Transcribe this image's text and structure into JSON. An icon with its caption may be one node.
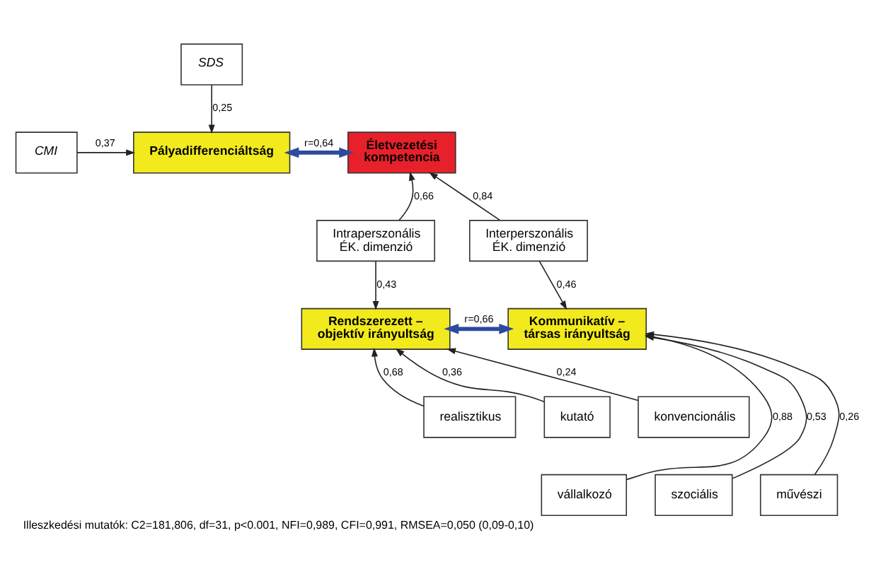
{
  "diagram": {
    "caption": "Illeszkedési mutatók: C2=181,806, df=31, p<0.001, NFI=0,989, CFI=0,991, RMSEA=0,050 (0,09-0,10)",
    "nodes": [
      {
        "text": [
          "SDS"
        ]
      },
      {
        "text": [
          "CMI"
        ]
      },
      {
        "text": [
          "Pályadifferenciáltság"
        ]
      },
      {
        "text": [
          "Életvezetési kompetencia"
        ]
      },
      {
        "text": [
          "Intraperszonális ÉK. dimenzió"
        ]
      },
      {
        "text": [
          "Interperszonális ÉK. dimenzió"
        ]
      },
      {
        "text": [
          "Rendszerezett – objektív irányultság"
        ]
      },
      {
        "text": [
          "Kommunikatív – társas irányultság"
        ]
      },
      {
        "text": [
          "realisztikus"
        ]
      },
      {
        "text": [
          "kutató"
        ]
      },
      {
        "text": [
          "konvencionális"
        ]
      },
      {
        "text": [
          "vállalkozó"
        ]
      },
      {
        "text": [
          "szociális"
        ]
      },
      {
        "text": [
          "művészi"
        ]
      }
    ],
    "edges": [
      {
        "from": 0,
        "to": 2,
        "arrow": "to",
        "label": "0,25"
      },
      {
        "from": 1,
        "to": 2,
        "arrow": "to",
        "label": "0,37"
      },
      {
        "from": 2,
        "to": 3,
        "arrow": "both",
        "label": "r=0,64",
        "color": "#2e4a9e",
        "style": "thick"
      },
      {
        "from": 4,
        "to": 3,
        "arrow": "to",
        "label": "0,66"
      },
      {
        "from": 5,
        "to": 3,
        "arrow": "to",
        "label": "0,84"
      },
      {
        "from": 4,
        "to": 6,
        "arrow": "to",
        "label": "0,43"
      },
      {
        "from": 5,
        "to": 7,
        "arrow": "to",
        "label": "0,46"
      },
      {
        "from": 6,
        "to": 7,
        "arrow": "both",
        "label": "r=0,66",
        "color": "#2e4a9e",
        "style": "thick"
      },
      {
        "from": 8,
        "to": 6,
        "arrow": "to",
        "label": "0,68"
      },
      {
        "from": 9,
        "to": 6,
        "arrow": "to",
        "label": "0,36"
      },
      {
        "from": 10,
        "to": 6,
        "arrow": "to",
        "label": "0,24"
      },
      {
        "from": 11,
        "to": 7,
        "arrow": "to",
        "label": "0,88"
      },
      {
        "from": 12,
        "to": 7,
        "arrow": "to",
        "label": "0,53"
      },
      {
        "from": 13,
        "to": 7,
        "arrow": "to",
        "label": "0,26"
      }
    ]
  }
}
